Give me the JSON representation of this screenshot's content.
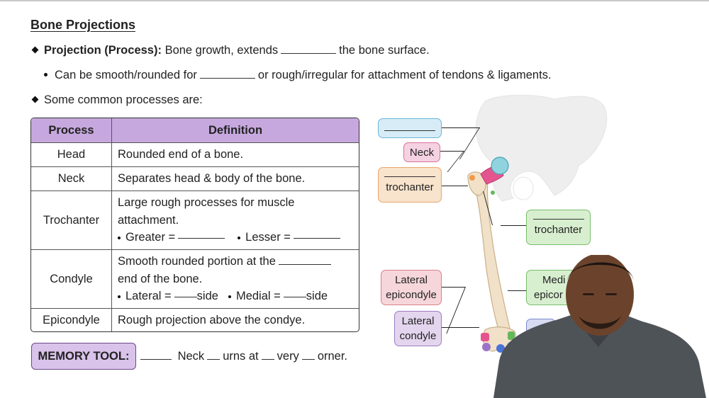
{
  "title": "Bone Projections",
  "bullet1": {
    "term": "Projection (Process):",
    "text_a": "Bone growth, extends",
    "text_b": "the bone surface."
  },
  "bullet2": {
    "text_a": "Can be smooth/rounded for",
    "text_b": "or rough/irregular for attachment of tendons & ligaments."
  },
  "bullet3": {
    "text": "Some common processes are:"
  },
  "table": {
    "headers": [
      "Process",
      "Definition"
    ],
    "rows": [
      {
        "process": "Head",
        "definition": "Rounded end of a bone."
      },
      {
        "process": "Neck",
        "definition": "Separates head & body of the bone."
      },
      {
        "process": "Trochanter",
        "line1": "Large rough processes for muscle",
        "line2": "attachment.",
        "sub_a": "Greater =",
        "sub_b": "Lesser ="
      },
      {
        "process": "Condyle",
        "line1": "Smooth rounded portion at the",
        "line2": "end of the bone.",
        "sub_a": "Lateral =",
        "sub_a_tail": "side",
        "sub_b": "Medial =",
        "sub_b_tail": "side"
      },
      {
        "process": "Epicondyle",
        "definition": "Rough projection above the condye."
      }
    ]
  },
  "memory_tool": {
    "label": "MEMORY TOOL:",
    "word1": "Neck",
    "word2": "urns at",
    "word3": "very",
    "word4": "orner."
  },
  "diagram": {
    "labels": {
      "neck": "Neck",
      "trochanter_left": "trochanter",
      "trochanter_right": "trochanter",
      "lateral_epicondyle_1": "Lateral",
      "lateral_epicondyle_2": "epicondyle",
      "medial_epicondyle_1": "Medi",
      "medial_epicondyle_2": "epicor",
      "lateral_condyle_1": "Lateral",
      "lateral_condyle_2": "condyle"
    }
  },
  "colors": {
    "table_header": "#c6a8de",
    "memory_fill": "#d9c3ea",
    "head_label": "#d7ecf6",
    "neck_label": "#f5d2e1",
    "trochanter_label": "#f8e3cc",
    "greater_trochanter_label": "#d8efcf",
    "epicondyle_label": "#f6d6da",
    "condyle_label": "#e3d5ee"
  }
}
